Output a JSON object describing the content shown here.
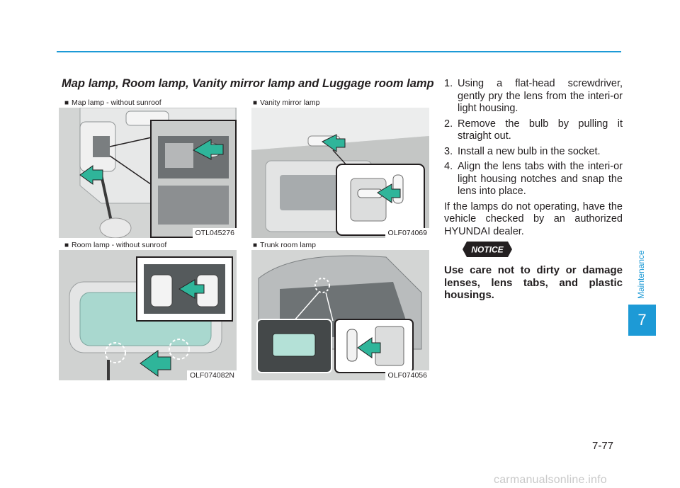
{
  "section_title": "Map lamp, Room lamp, Vanity mirror lamp and Luggage room lamp",
  "figures": [
    {
      "caption": "Map lamp - without sunroof",
      "code": "OTL045276"
    },
    {
      "caption": "Vanity mirror lamp",
      "code": "OLF074069"
    },
    {
      "caption": "Room lamp - without sunroof",
      "code": "OLF074082N"
    },
    {
      "caption": "Trunk room lamp",
      "code": "OLF074056"
    }
  ],
  "caption_marker": "■",
  "steps": [
    {
      "num": "1.",
      "text": "Using a flat-head screwdriver, gently pry the lens from the interi-or light housing."
    },
    {
      "num": "2.",
      "text": "Remove the bulb by pulling it straight out."
    },
    {
      "num": "3.",
      "text": "Install a new bulb in the socket."
    },
    {
      "num": "4.",
      "text": "Align the lens tabs with the interi-or light housing notches and snap the lens into place."
    }
  ],
  "paragraph": "If the lamps do not operating, have the vehicle checked by an authorized HYUNDAI dealer.",
  "notice": {
    "label": "NOTICE",
    "text": "Use care not to dirty or damage lenses, lens tabs, and plastic housings."
  },
  "side_label": "Maintenance",
  "chapter": "7",
  "page_number": "7-77",
  "watermark": "carmanualsonline.info",
  "colors": {
    "accent": "#1d9ad6",
    "text": "#231f20",
    "notice_bg": "#231f20",
    "arrow_fill": "#2fb59a"
  }
}
